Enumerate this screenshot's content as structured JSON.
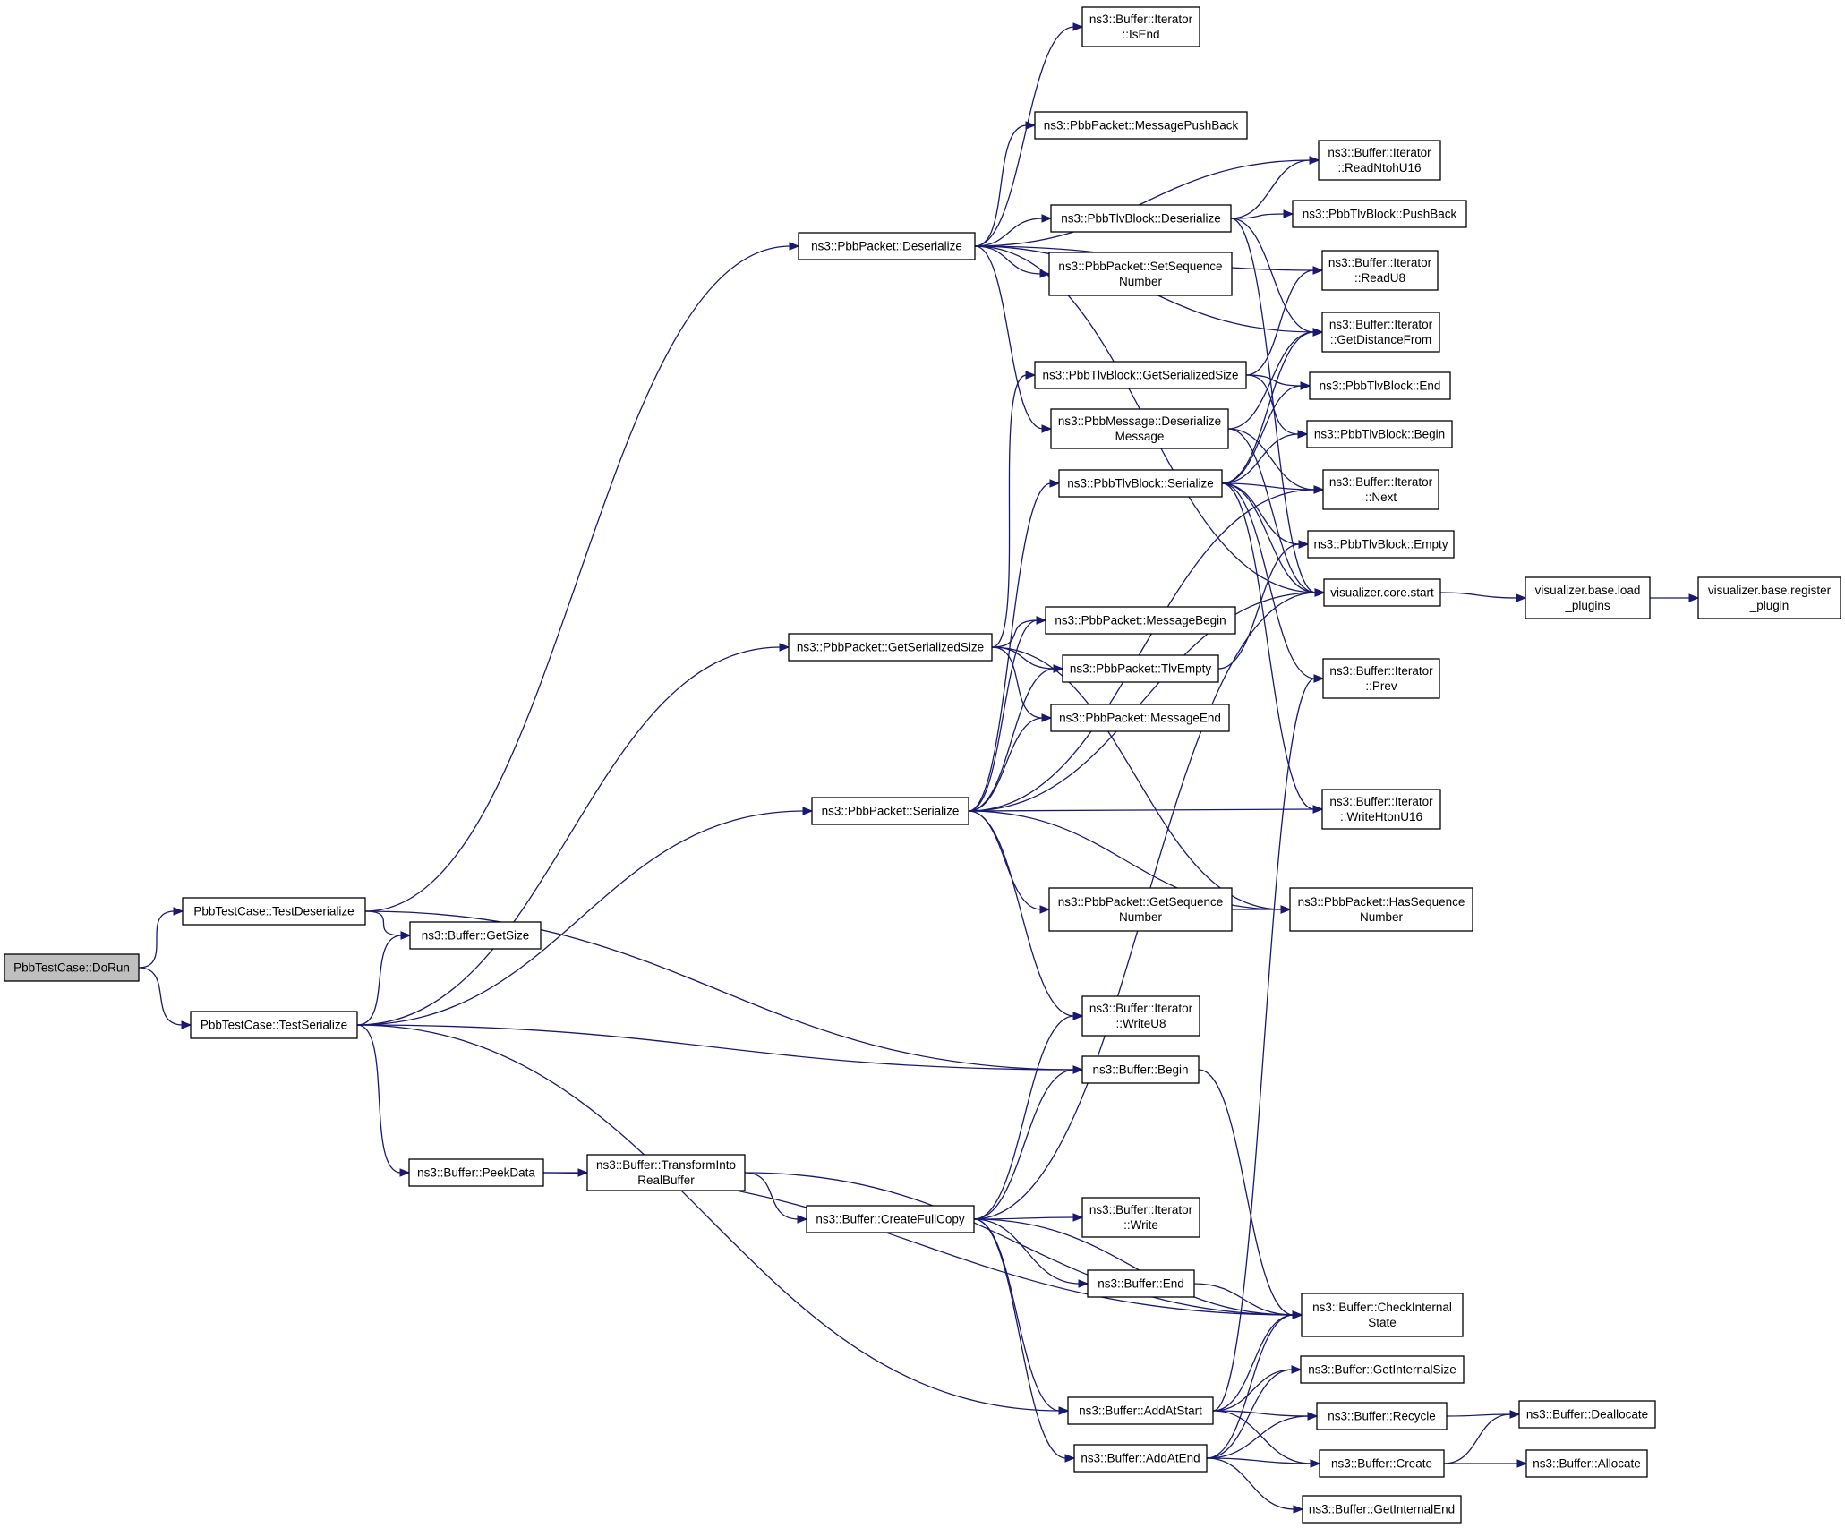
{
  "diagram": {
    "type": "call-graph",
    "nodes": [
      {
        "id": "dorun",
        "lines": [
          "PbbTestCase::DoRun"
        ],
        "root": true
      },
      {
        "id": "testdeserialize",
        "lines": [
          "PbbTestCase::TestDeserialize"
        ]
      },
      {
        "id": "testserialize",
        "lines": [
          "PbbTestCase::TestSerialize"
        ]
      },
      {
        "id": "getsize",
        "lines": [
          "ns3::Buffer::GetSize"
        ]
      },
      {
        "id": "peekdata",
        "lines": [
          "ns3::Buffer::PeekData"
        ]
      },
      {
        "id": "transforminto",
        "lines": [
          "ns3::Buffer::TransformInto",
          "RealBuffer"
        ]
      },
      {
        "id": "createfullcopy",
        "lines": [
          "ns3::Buffer::CreateFullCopy"
        ]
      },
      {
        "id": "pkt_deserialize",
        "lines": [
          "ns3::PbbPacket::Deserialize"
        ]
      },
      {
        "id": "pkt_getserializedsize",
        "lines": [
          "ns3::PbbPacket::GetSerializedSize"
        ]
      },
      {
        "id": "pkt_serialize",
        "lines": [
          "ns3::PbbPacket::Serialize"
        ]
      },
      {
        "id": "it_isend",
        "lines": [
          "ns3::Buffer::Iterator",
          "::IsEnd"
        ]
      },
      {
        "id": "msgpushback",
        "lines": [
          "ns3::PbbPacket::MessagePushBack"
        ]
      },
      {
        "id": "tlv_deserialize",
        "lines": [
          "ns3::PbbTlvBlock::Deserialize"
        ]
      },
      {
        "id": "setsequence",
        "lines": [
          "ns3::PbbPacket::SetSequence",
          "Number"
        ]
      },
      {
        "id": "tlv_getserializedsize",
        "lines": [
          "ns3::PbbTlvBlock::GetSerializedSize"
        ]
      },
      {
        "id": "msg_deserialize",
        "lines": [
          "ns3::PbbMessage::Deserialize",
          "Message"
        ]
      },
      {
        "id": "tlv_serialize",
        "lines": [
          "ns3::PbbTlvBlock::Serialize"
        ]
      },
      {
        "id": "msgbegin",
        "lines": [
          "ns3::PbbPacket::MessageBegin"
        ]
      },
      {
        "id": "tlvempty",
        "lines": [
          "ns3::PbbPacket::TlvEmpty"
        ]
      },
      {
        "id": "msgend",
        "lines": [
          "ns3::PbbPacket::MessageEnd"
        ]
      },
      {
        "id": "getsequence",
        "lines": [
          "ns3::PbbPacket::GetSequence",
          "Number"
        ]
      },
      {
        "id": "it_writeu8",
        "lines": [
          "ns3::Buffer::Iterator",
          "::WriteU8"
        ]
      },
      {
        "id": "buf_begin",
        "lines": [
          "ns3::Buffer::Begin"
        ]
      },
      {
        "id": "it_write",
        "lines": [
          "ns3::Buffer::Iterator",
          "::Write"
        ]
      },
      {
        "id": "buf_end",
        "lines": [
          "ns3::Buffer::End"
        ]
      },
      {
        "id": "addatstart",
        "lines": [
          "ns3::Buffer::AddAtStart"
        ]
      },
      {
        "id": "addatend",
        "lines": [
          "ns3::Buffer::AddAtEnd"
        ]
      },
      {
        "id": "it_readntohu16",
        "lines": [
          "ns3::Buffer::Iterator",
          "::ReadNtohU16"
        ]
      },
      {
        "id": "tlv_pushback",
        "lines": [
          "ns3::PbbTlvBlock::PushBack"
        ]
      },
      {
        "id": "it_readu8",
        "lines": [
          "ns3::Buffer::Iterator",
          "::ReadU8"
        ]
      },
      {
        "id": "it_getdistancefrom",
        "lines": [
          "ns3::Buffer::Iterator",
          "::GetDistanceFrom"
        ]
      },
      {
        "id": "tlv_end",
        "lines": [
          "ns3::PbbTlvBlock::End"
        ]
      },
      {
        "id": "tlv_begin",
        "lines": [
          "ns3::PbbTlvBlock::Begin"
        ]
      },
      {
        "id": "it_next",
        "lines": [
          "ns3::Buffer::Iterator",
          "::Next"
        ]
      },
      {
        "id": "tlv_empty",
        "lines": [
          "ns3::PbbTlvBlock::Empty"
        ]
      },
      {
        "id": "vis_core_start",
        "lines": [
          "visualizer.core.start"
        ]
      },
      {
        "id": "it_prev",
        "lines": [
          "ns3::Buffer::Iterator",
          "::Prev"
        ]
      },
      {
        "id": "it_writehtonu16",
        "lines": [
          "ns3::Buffer::Iterator",
          "::WriteHtonU16"
        ]
      },
      {
        "id": "hassequence",
        "lines": [
          "ns3::PbbPacket::HasSequence",
          "Number"
        ]
      },
      {
        "id": "checkinternal",
        "lines": [
          "ns3::Buffer::CheckInternal",
          "State"
        ]
      },
      {
        "id": "getinternalsize",
        "lines": [
          "ns3::Buffer::GetInternalSize"
        ]
      },
      {
        "id": "recycle",
        "lines": [
          "ns3::Buffer::Recycle"
        ]
      },
      {
        "id": "create",
        "lines": [
          "ns3::Buffer::Create"
        ]
      },
      {
        "id": "getinternalend",
        "lines": [
          "ns3::Buffer::GetInternalEnd"
        ]
      },
      {
        "id": "vis_load_plugins",
        "lines": [
          "visualizer.base.load",
          "_plugins"
        ]
      },
      {
        "id": "vis_register_plugin",
        "lines": [
          "visualizer.base.register",
          "_plugin"
        ]
      },
      {
        "id": "deallocate",
        "lines": [
          "ns3::Buffer::Deallocate"
        ]
      },
      {
        "id": "allocate",
        "lines": [
          "ns3::Buffer::Allocate"
        ]
      }
    ],
    "edges": [
      [
        "dorun",
        "testdeserialize"
      ],
      [
        "dorun",
        "testserialize"
      ],
      [
        "testdeserialize",
        "pkt_deserialize"
      ],
      [
        "testdeserialize",
        "getsize"
      ],
      [
        "testdeserialize",
        "buf_begin"
      ],
      [
        "testserialize",
        "getsize"
      ],
      [
        "testserialize",
        "pkt_getserializedsize"
      ],
      [
        "testserialize",
        "pkt_serialize"
      ],
      [
        "testserialize",
        "buf_begin"
      ],
      [
        "testserialize",
        "peekdata"
      ],
      [
        "testserialize",
        "addatstart"
      ],
      [
        "peekdata",
        "transforminto"
      ],
      [
        "peekdata",
        "checkinternal"
      ],
      [
        "transforminto",
        "createfullcopy"
      ],
      [
        "transforminto",
        "checkinternal"
      ],
      [
        "createfullcopy",
        "it_writeu8"
      ],
      [
        "createfullcopy",
        "buf_begin"
      ],
      [
        "createfullcopy",
        "vis_core_start"
      ],
      [
        "createfullcopy",
        "it_write"
      ],
      [
        "createfullcopy",
        "buf_end"
      ],
      [
        "createfullcopy",
        "checkinternal"
      ],
      [
        "createfullcopy",
        "addatstart"
      ],
      [
        "createfullcopy",
        "addatend"
      ],
      [
        "pkt_deserialize",
        "it_isend"
      ],
      [
        "pkt_deserialize",
        "msgpushback"
      ],
      [
        "pkt_deserialize",
        "it_readntohu16"
      ],
      [
        "pkt_deserialize",
        "it_readu8"
      ],
      [
        "pkt_deserialize",
        "tlv_deserialize"
      ],
      [
        "pkt_deserialize",
        "setsequence"
      ],
      [
        "pkt_deserialize",
        "it_getdistancefrom"
      ],
      [
        "pkt_deserialize",
        "msg_deserialize"
      ],
      [
        "pkt_deserialize",
        "vis_core_start"
      ],
      [
        "tlv_deserialize",
        "it_readntohu16"
      ],
      [
        "tlv_deserialize",
        "tlv_pushback"
      ],
      [
        "tlv_deserialize",
        "it_getdistancefrom"
      ],
      [
        "tlv_deserialize",
        "vis_core_start"
      ],
      [
        "pkt_getserializedsize",
        "tlv_getserializedsize"
      ],
      [
        "pkt_getserializedsize",
        "msgbegin"
      ],
      [
        "pkt_getserializedsize",
        "tlvempty"
      ],
      [
        "pkt_getserializedsize",
        "msgend"
      ],
      [
        "pkt_getserializedsize",
        "hassequence"
      ],
      [
        "tlv_getserializedsize",
        "tlv_end"
      ],
      [
        "tlv_getserializedsize",
        "tlv_begin"
      ],
      [
        "tlv_getserializedsize",
        "it_readu8"
      ],
      [
        "msg_deserialize",
        "it_getdistancefrom"
      ],
      [
        "msg_deserialize",
        "it_next"
      ],
      [
        "msg_deserialize",
        "vis_core_start"
      ],
      [
        "tlv_serialize",
        "it_getdistancefrom"
      ],
      [
        "tlv_serialize",
        "tlv_end"
      ],
      [
        "tlv_serialize",
        "tlv_begin"
      ],
      [
        "tlv_serialize",
        "it_next"
      ],
      [
        "tlv_serialize",
        "tlv_empty"
      ],
      [
        "tlv_serialize",
        "vis_core_start"
      ],
      [
        "tlv_serialize",
        "it_prev"
      ],
      [
        "tlv_serialize",
        "it_writehtonu16"
      ],
      [
        "tlvempty",
        "tlv_empty"
      ],
      [
        "pkt_serialize",
        "tlv_serialize"
      ],
      [
        "pkt_serialize",
        "msgbegin"
      ],
      [
        "pkt_serialize",
        "tlvempty"
      ],
      [
        "pkt_serialize",
        "msgend"
      ],
      [
        "pkt_serialize",
        "it_next"
      ],
      [
        "pkt_serialize",
        "vis_core_start"
      ],
      [
        "pkt_serialize",
        "it_writehtonu16"
      ],
      [
        "pkt_serialize",
        "getsequence"
      ],
      [
        "pkt_serialize",
        "hassequence"
      ],
      [
        "pkt_serialize",
        "it_writeu8"
      ],
      [
        "getsequence",
        "hassequence"
      ],
      [
        "buf_begin",
        "checkinternal"
      ],
      [
        "buf_end",
        "checkinternal"
      ],
      [
        "addatstart",
        "it_prev"
      ],
      [
        "addatstart",
        "checkinternal"
      ],
      [
        "addatstart",
        "getinternalsize"
      ],
      [
        "addatstart",
        "recycle"
      ],
      [
        "addatstart",
        "create"
      ],
      [
        "addatend",
        "checkinternal"
      ],
      [
        "addatend",
        "getinternalsize"
      ],
      [
        "addatend",
        "recycle"
      ],
      [
        "addatend",
        "create"
      ],
      [
        "addatend",
        "getinternalend"
      ],
      [
        "vis_core_start",
        "vis_load_plugins"
      ],
      [
        "vis_load_plugins",
        "vis_register_plugin"
      ],
      [
        "recycle",
        "deallocate"
      ],
      [
        "create",
        "deallocate"
      ],
      [
        "create",
        "allocate"
      ]
    ]
  }
}
